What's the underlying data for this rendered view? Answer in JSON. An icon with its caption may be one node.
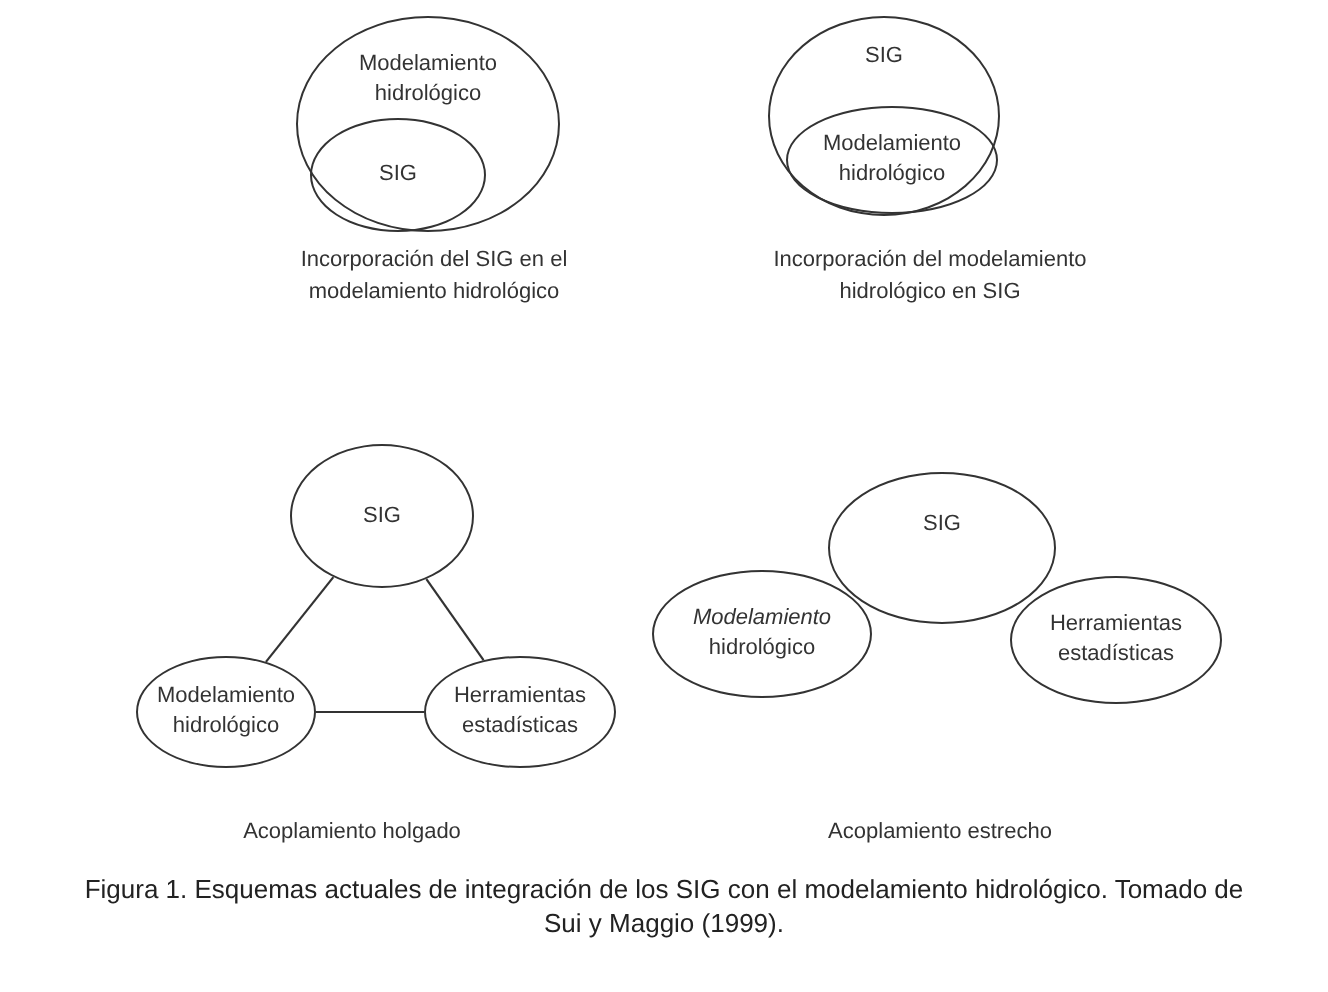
{
  "diagram": {
    "caption": "Figura 1. Esquemas actuales de integración de los SIG con el modelamiento hidrológico. Tomado de Sui y Maggio (1999).",
    "nodes": [
      {
        "text": [
          "Modelamiento hidrológico"
        ],
        "beside": [
          "Incorporación del SIG en el modelamiento hidrológico"
        ]
      },
      {
        "text": [
          "SIG"
        ],
        "in": 0
      },
      {
        "text": [
          "SIG"
        ],
        "beside": [
          "Incorporación del modelamiento hidrológico en SIG"
        ]
      },
      {
        "text": [
          "Modelamiento hidrológico"
        ],
        "in": 2
      },
      {
        "text": [
          "SIG"
        ]
      },
      {
        "text": [
          "Modelamiento hidrológico"
        ]
      },
      {
        "text": [
          "Herramientas estadísticas"
        ]
      },
      {
        "text": [
          "SIG"
        ]
      },
      {
        "text": [
          "*Modelamiento* hidrológico"
        ]
      },
      {
        "text": [
          "Herramientas estadísticas"
        ]
      }
    ],
    "edges": [
      {
        "from": 4,
        "to": 5,
        "arrow": "none"
      },
      {
        "from": 4,
        "to": 6,
        "arrow": "none"
      },
      {
        "from": 5,
        "to": 6,
        "arrow": "none"
      }
    ],
    "labels": [
      "Acoplamiento holgado",
      "Acoplamiento estrecho"
    ]
  }
}
